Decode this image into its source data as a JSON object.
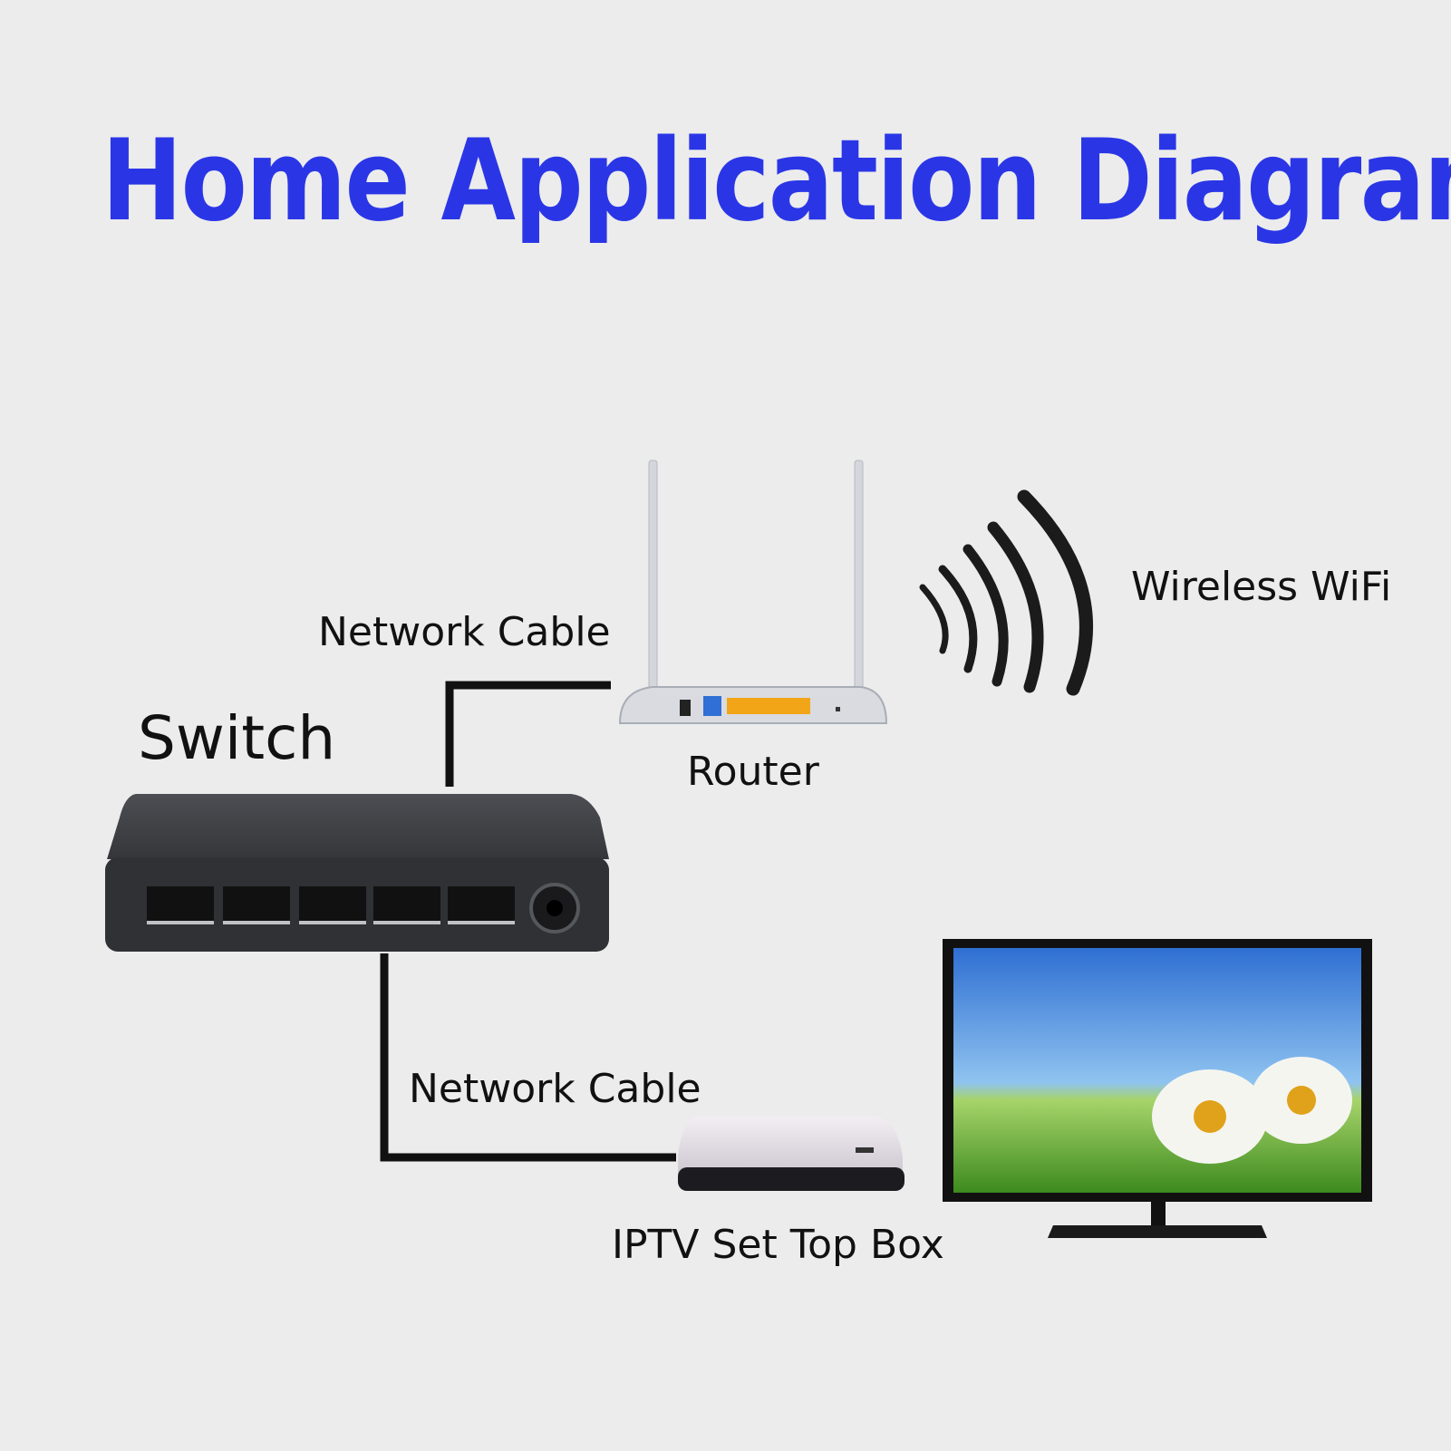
{
  "title": "Home Application Diagram",
  "labels": {
    "network_cable_top": "Network Cable",
    "switch": "Switch",
    "router": "Router",
    "wireless_wifi": "Wireless WiFi",
    "network_cable_bottom": "Network Cable",
    "iptv_box": "IPTV Set Top Box"
  },
  "colors": {
    "title": "#2a36e6",
    "background": "#ececec",
    "cable": "#111111",
    "switch_body": "#3f4146",
    "router_body": "#d9dbe0",
    "router_lan_ports": "#f2a516",
    "router_wan_port": "#2f6fd6"
  },
  "icons": [
    "router-icon",
    "switch-icon",
    "wifi-waves-icon",
    "set-top-box-icon",
    "tv-icon"
  ]
}
